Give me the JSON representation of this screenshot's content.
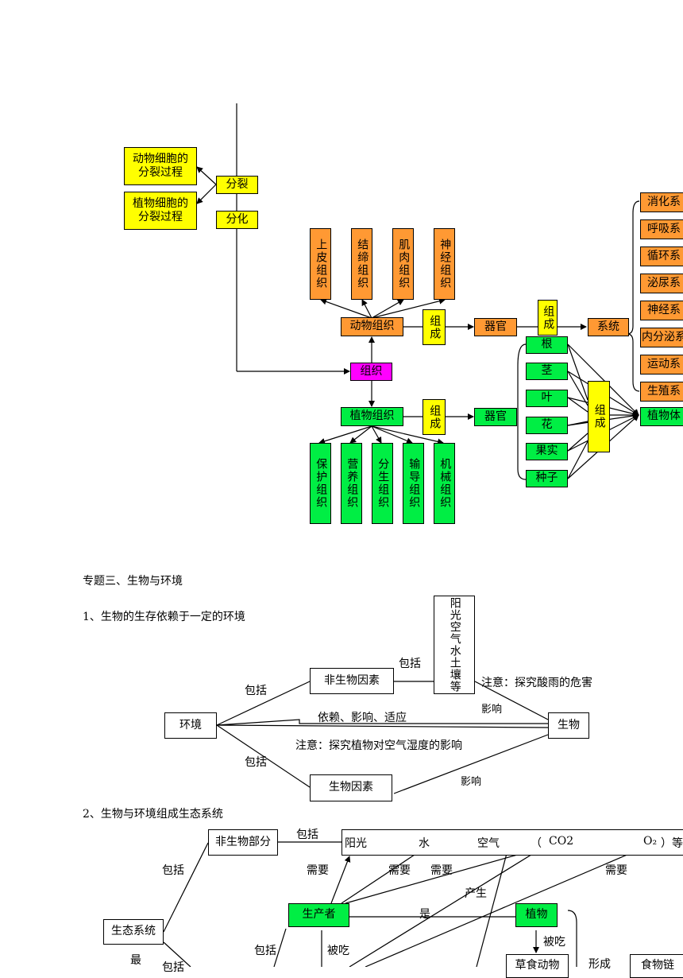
{
  "diagram1": {
    "animal_division": "动物细胞的分裂过程",
    "plant_division": "植物细胞的分裂过程",
    "split": "分裂",
    "differentiate": "分化",
    "tissue": "组织",
    "animal_tissue": "动物组织",
    "plant_tissue": "植物组织",
    "compose": "组成",
    "organ": "器官",
    "system": "系统",
    "plant_body": "植物体",
    "animal_tissues": [
      "上皮组织",
      "结缔组织",
      "肌肉组织",
      "神经组织"
    ],
    "plant_tissues": [
      "保护组织",
      "营养组织",
      "分生组织",
      "输导组织",
      "机械组织"
    ],
    "plant_organs": [
      "根",
      "茎",
      "叶",
      "花",
      "果实",
      "种子"
    ],
    "systems": [
      "消化系",
      "呼吸系",
      "循环系",
      "泌尿系",
      "神经系",
      "内分泌系",
      "运动系",
      "生殖系"
    ]
  },
  "section3": {
    "title": "专题三、生物与环境",
    "sub1": "1、生物的生存依赖于一定的环境",
    "sub2": "2、生物与环境组成生态系统"
  },
  "diagram2": {
    "environment": "环境",
    "abiotic": "非生物因素",
    "biotic": "生物因素",
    "organism": "生物",
    "factors": "阳光空气水土壤等",
    "include1": "包括",
    "include2": "包括",
    "include3": "包括",
    "depend": "依赖、影响、适应",
    "note_acid": "注意：探究酸雨的危害",
    "note_humidity": "注意：探究植物对空气湿度的影响",
    "affect1": "影响",
    "affect2": "影响"
  },
  "diagram3": {
    "ecosystem": "生态系统",
    "abiotic_part": "非生物部分",
    "producer": "生产者",
    "plant": "植物",
    "herbivore": "草食动物",
    "food_chain": "食物链",
    "include_a": "包括",
    "include_b": "包括",
    "include_c": "包括",
    "include_d": "包括",
    "sunlight": "阳光",
    "water": "水",
    "air": "空气",
    "paren_open": "（",
    "co2": "CO2",
    "o2": "O₂",
    "paren_close": "）等",
    "need1": "需要",
    "need2": "需要",
    "need3": "需要",
    "need4": "需要",
    "produce": "产生",
    "is": "是",
    "eaten1": "被吃",
    "eaten2": "被吃",
    "form": "形成",
    "most": "最"
  }
}
